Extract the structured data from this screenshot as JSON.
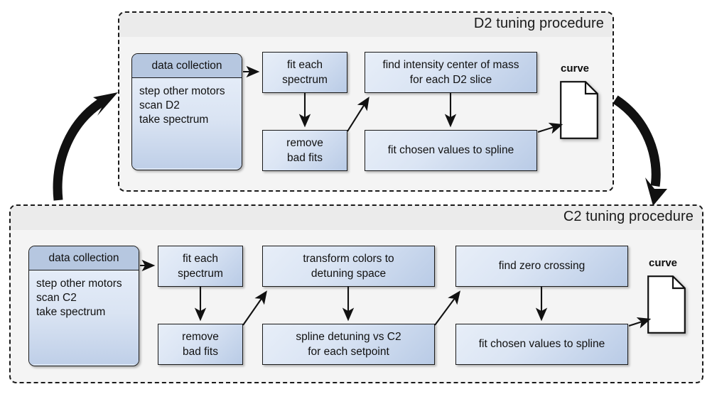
{
  "panels": [
    {
      "id": "d2",
      "title": "D2 tuning procedure",
      "object": {
        "header": "data collection",
        "lines": [
          "step other motors",
          "scan D2",
          "take spectrum"
        ]
      },
      "steps": [
        {
          "name": "fit-each-spectrum",
          "label": "fit each\nspectrum"
        },
        {
          "name": "remove-bad-fits",
          "label": "remove\nbad fits"
        },
        {
          "name": "find-intensity-center-of-mass",
          "label": "find intensity center of mass\nfor each D2 slice"
        },
        {
          "name": "fit-chosen-values-to-spline",
          "label": "fit chosen values to spline"
        }
      ],
      "output": {
        "label": "curve",
        "icon": "document-icon"
      }
    },
    {
      "id": "c2",
      "title": "C2 tuning procedure",
      "object": {
        "header": "data collection",
        "lines": [
          "step other motors",
          "scan C2",
          "take spectrum"
        ]
      },
      "steps": [
        {
          "name": "fit-each-spectrum",
          "label": "fit each\nspectrum"
        },
        {
          "name": "remove-bad-fits",
          "label": "remove\nbad fits"
        },
        {
          "name": "transform-colors-to-detuning-space",
          "label": "transform colors to\ndetuning space"
        },
        {
          "name": "spline-detuning-vs-c2",
          "label": "spline detuning vs C2\nfor each setpoint"
        },
        {
          "name": "find-zero-crossing",
          "label": "find zero crossing"
        },
        {
          "name": "fit-chosen-values-to-spline",
          "label": "fit chosen values to spline"
        }
      ],
      "output": {
        "label": "curve",
        "icon": "document-icon"
      }
    }
  ],
  "colors": {
    "box_fill_light": "#e7eef8",
    "box_fill_dark": "#b9cbe6",
    "object_header": "#b6c7e0",
    "panel_background": "#f4f4f4",
    "panel_title_bar": "#ebebeb",
    "outline": "#1a1a1a"
  }
}
